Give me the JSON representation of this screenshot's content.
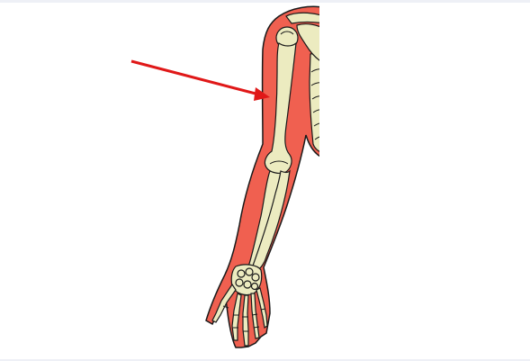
{
  "figure": {
    "kind": "anatomical arm skeleton with pointer arrow",
    "colors": {
      "flesh": "#f06050",
      "outline": "#1a1a1a",
      "bone": "#ecebc0",
      "arrow": "#e01818",
      "background": "#ffffff",
      "border_strip": "#eef0f6"
    },
    "icons": [
      "arm-outline",
      "humerus-bone",
      "radius-bone",
      "ulna-bone",
      "hand-bones",
      "shoulder-bones",
      "ribcage",
      "pointer-arrow"
    ]
  }
}
